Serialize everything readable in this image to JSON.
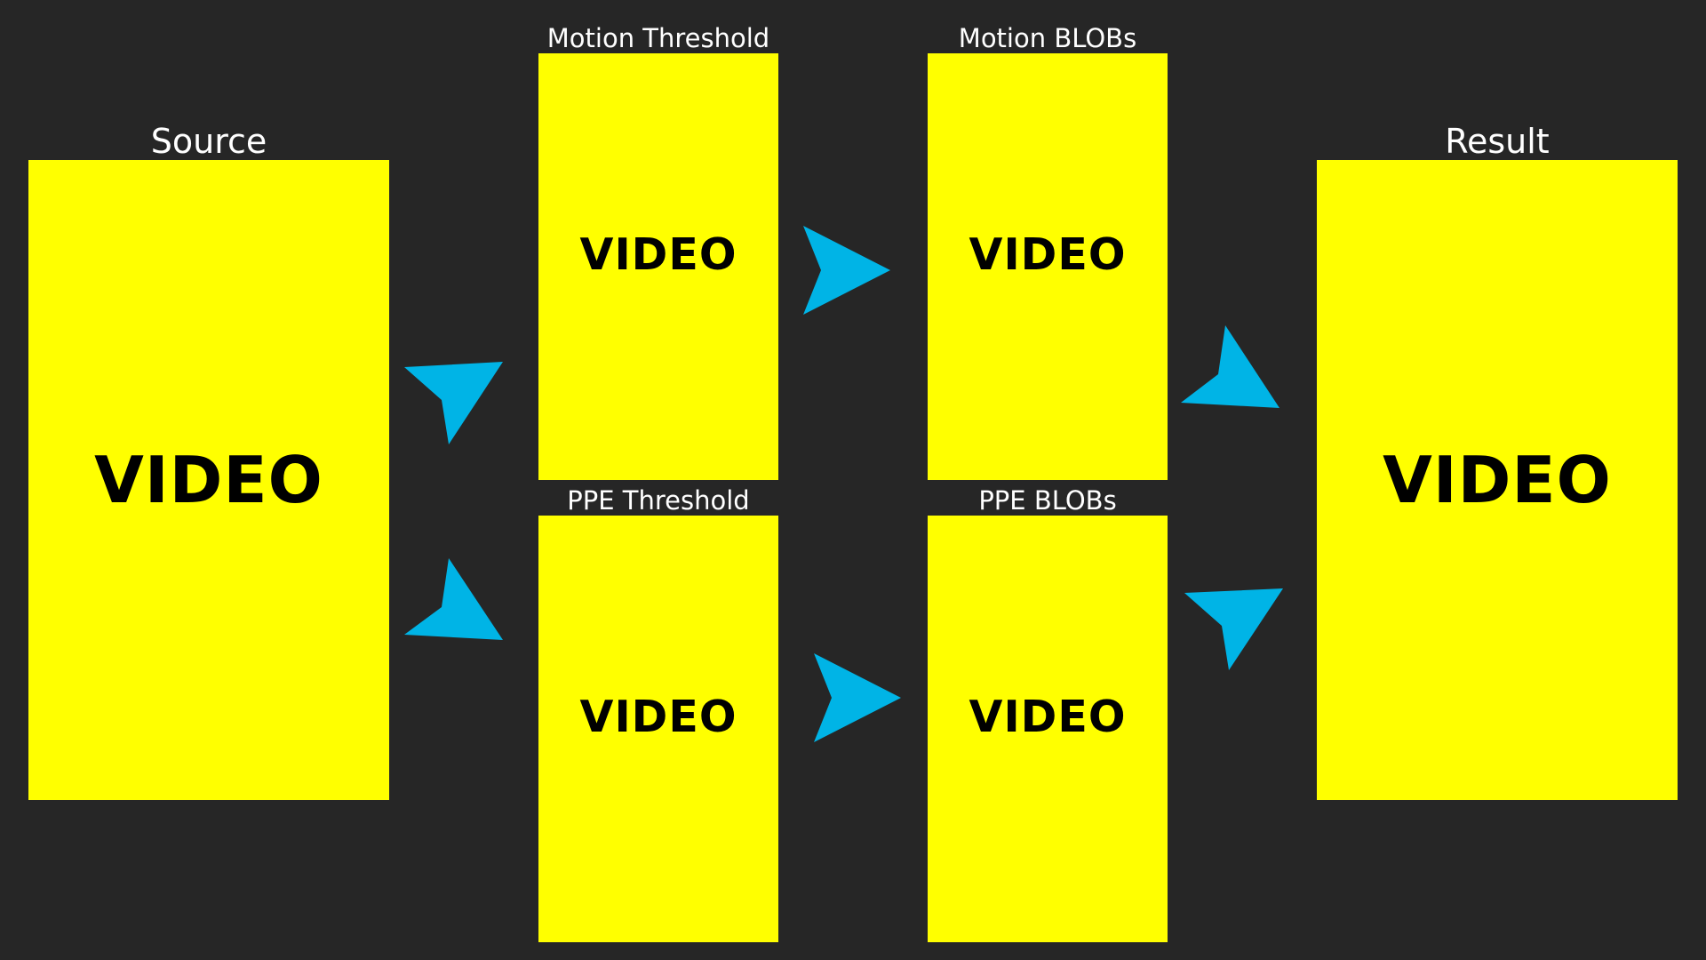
{
  "colors": {
    "background": "#262626",
    "panel": "#ffff00",
    "panel_text": "#000000",
    "label_text": "#ffffff",
    "arrow": "#00b4e6"
  },
  "source": {
    "label": "Source",
    "panel_text": "VIDEO"
  },
  "motion_threshold": {
    "label": "Motion Threshold",
    "panel_text": "VIDEO"
  },
  "ppe_threshold": {
    "label": "PPE Threshold",
    "panel_text": "VIDEO"
  },
  "motion_blobs": {
    "label": "Motion BLOBs",
    "panel_text": "VIDEO"
  },
  "ppe_blobs": {
    "label": "PPE BLOBs",
    "panel_text": "VIDEO"
  },
  "result": {
    "label": "Result",
    "panel_text": "VIDEO"
  },
  "flow": [
    {
      "from": "Source",
      "to": "Motion Threshold"
    },
    {
      "from": "Source",
      "to": "PPE Threshold"
    },
    {
      "from": "Motion Threshold",
      "to": "Motion BLOBs"
    },
    {
      "from": "PPE Threshold",
      "to": "PPE BLOBs"
    },
    {
      "from": "Motion BLOBs",
      "to": "Result"
    },
    {
      "from": "PPE BLOBs",
      "to": "Result"
    }
  ]
}
